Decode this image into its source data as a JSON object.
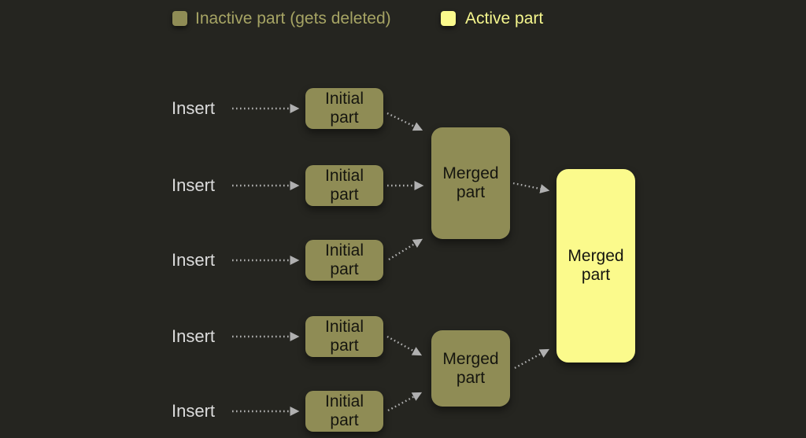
{
  "legend": {
    "inactive_label": "Inactive part (gets deleted)",
    "active_label": "Active part"
  },
  "diagram": {
    "inserts": [
      "Insert",
      "Insert",
      "Insert",
      "Insert",
      "Insert"
    ],
    "initial_parts": [
      "Initial part",
      "Initial part",
      "Initial part",
      "Initial part",
      "Initial part"
    ],
    "merged_parts": [
      {
        "label": "Merged part",
        "state": "inactive"
      },
      {
        "label": "Merged part",
        "state": "inactive"
      },
      {
        "label": "Merged part",
        "state": "active"
      }
    ]
  },
  "colors": {
    "background": "#252520",
    "inactive_part": "#8f8c55",
    "active_part": "#fbfa8c",
    "legend_inactive_text": "#a6a464",
    "legend_active_text": "#f5f68d",
    "insert_text": "#dcdcdc",
    "box_text": "#15150f",
    "arrow": "#b0b0b0"
  }
}
